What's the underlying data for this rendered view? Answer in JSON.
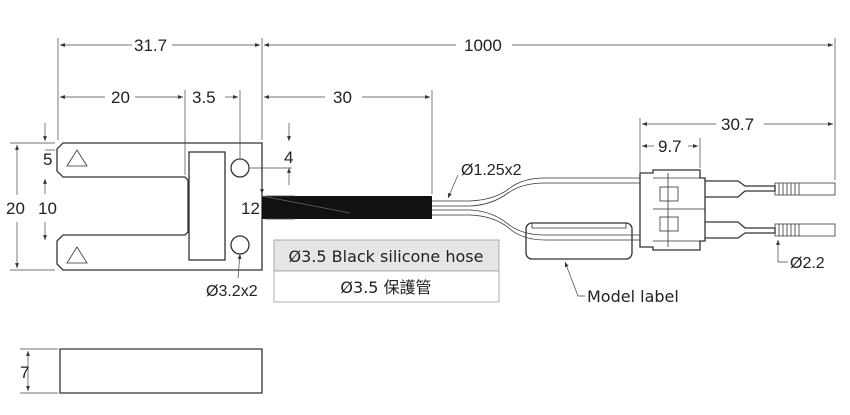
{
  "dimensions": {
    "overall_length": "1000",
    "sensor_width": "31.7",
    "slot_depth": "20",
    "mount_offset": "3.5",
    "hose_length": "30",
    "connector_length": "30.7",
    "pin_length": "9.7",
    "upper_arm": "5",
    "hole_offset": "4",
    "total_height": "20",
    "slot_width": "10",
    "sensor_height": "12",
    "thickness": "7"
  },
  "callouts": {
    "wire_diameter": "Ø1.25x2",
    "hole_diameter": "Ø3.2x2",
    "pin_diameter": "Ø2.2",
    "model_label": "Model label"
  },
  "hose_table": {
    "english": "Ø3.5 Black silicone hose",
    "chinese": "Ø3.5 保護管"
  }
}
